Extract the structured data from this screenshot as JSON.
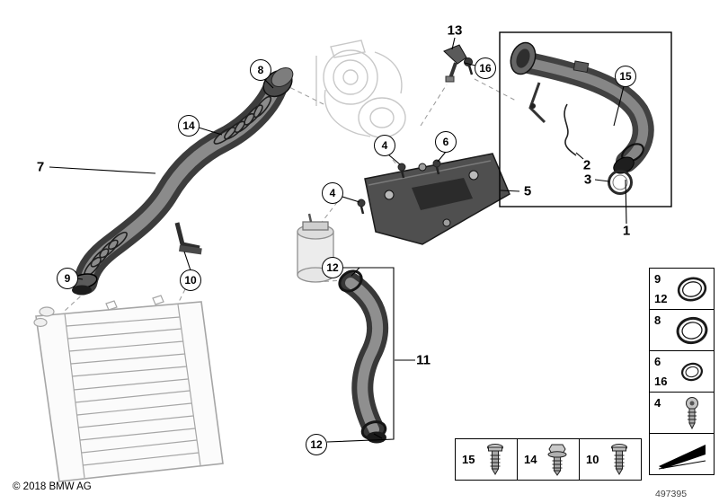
{
  "numbers": {
    "1": "1",
    "2": "2",
    "3": "3",
    "4": "4",
    "5": "5",
    "6": "6",
    "7": "7",
    "8": "8",
    "9": "9",
    "10": "10",
    "11": "11",
    "12": "12",
    "13": "13",
    "14": "14",
    "15": "15",
    "16": "16"
  },
  "legend": {
    "side": [
      {
        "row1": "9",
        "row2": "12",
        "icon": "o-ring-icon"
      },
      {
        "row1": "8",
        "icon": "o-ring-large-icon"
      },
      {
        "row1": "6",
        "row2": "16",
        "icon": "o-ring-small-icon"
      },
      {
        "row1": "4",
        "icon": "torx-screw-icon"
      },
      {
        "icon": "direction-wedge-icon"
      }
    ],
    "bottom": [
      {
        "label": "15",
        "icon": "pan-head-screw-icon"
      },
      {
        "label": "14",
        "icon": "hex-flange-bolt-icon"
      },
      {
        "label": "10",
        "icon": "pan-head-screw-icon"
      }
    ]
  },
  "footer": {
    "copyright": "© 2018 BMW AG",
    "doc_number": "497395"
  }
}
